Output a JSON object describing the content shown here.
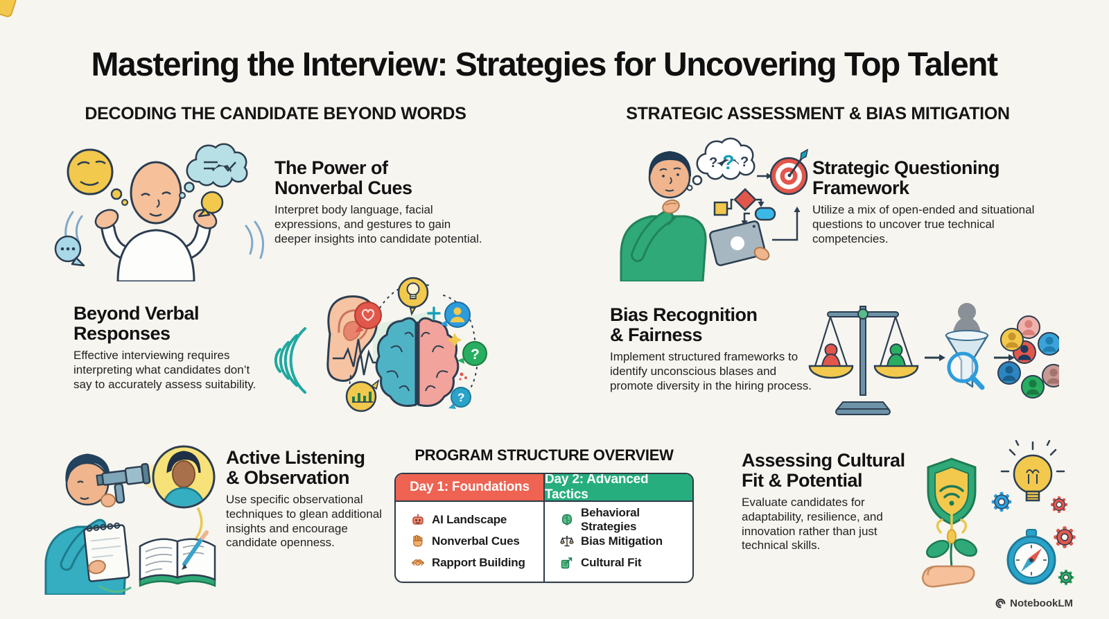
{
  "colors": {
    "bg": "#F7F5F0",
    "ink": "#1C1C1C",
    "red": "#EE6352",
    "green": "#27AE7E",
    "teal": "#2BA3C9",
    "yellow": "#F2C94C"
  },
  "title": "Mastering the Interview: Strategies for Uncovering Top Talent",
  "sections": {
    "left": "DECODING THE CANDIDATE BEYOND WORDS",
    "right": "STRATEGIC ASSESSMENT & BIAS MITIGATION"
  },
  "cards": {
    "nonverbal": {
      "title": "The Power of\nNonverbal Cues",
      "body": "Interpret body language, facial expressions, and gestures to gain deeper insights into candidate potential."
    },
    "strategic": {
      "title": "Strategic Questioning\nFramework",
      "body": "Utilize a mix of open-ended and situational questions to uncover true technical competencies."
    },
    "beyond": {
      "title": "Beyond Verbal\nResponses",
      "body": "Effective interviewing requires interpreting what candidates don’t say to accurately assess suitability."
    },
    "bias": {
      "title": "Bias Recognition\n& Fairness",
      "body": "Implement structured frameworks to identify unconscious blases and promote diversity in the hiring process."
    },
    "active": {
      "title": "Active Listening\n& Observation",
      "body": "Use specific observational techniques to glean additional insights and encourage candidate openness."
    },
    "cultural": {
      "title": "Assessing Cultural\nFit & Potential",
      "body": "Evaluate candidates for adaptability, resilience, and innovation rather than just technical skills."
    }
  },
  "program": {
    "title": "PROGRAM STRUCTURE OVERVIEW",
    "columns": [
      {
        "header": "Day 1: Foundations",
        "items": [
          {
            "icon": "robot-icon",
            "label": "AI Landscape"
          },
          {
            "icon": "hand-icon",
            "label": "Nonverbal Cues"
          },
          {
            "icon": "handshake-icon",
            "label": "Rapport Building"
          }
        ]
      },
      {
        "header": "Day 2: Advanced Tactics",
        "items": [
          {
            "icon": "brain-icon",
            "label": "Behavioral Strategies"
          },
          {
            "icon": "scales-icon",
            "label": "Bias Mitigation"
          },
          {
            "icon": "cultural-fit-icon",
            "label": "Cultural Fit"
          }
        ]
      }
    ]
  },
  "illustrations": {
    "question_marks": [
      "?",
      "?",
      "?"
    ],
    "green_q": "?",
    "teal_q": "?"
  },
  "watermark": {
    "label": "NotebookLM"
  }
}
